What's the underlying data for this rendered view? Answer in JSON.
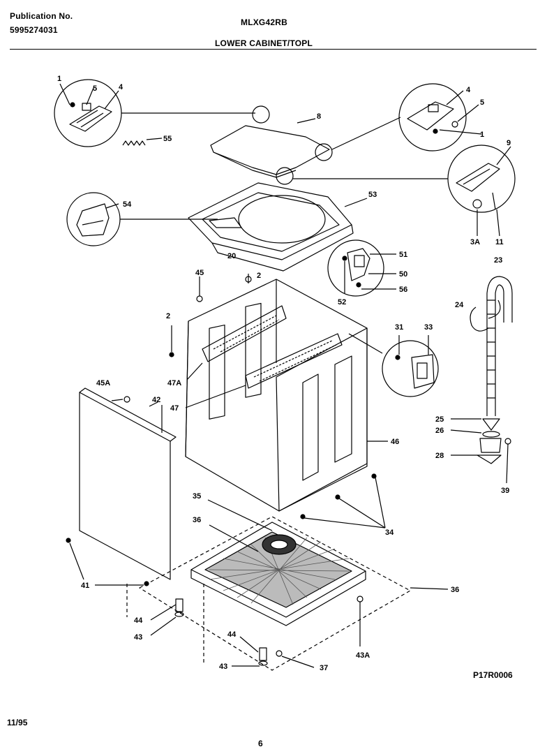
{
  "header": {
    "publication_label": "Publication No.",
    "publication_number": "5995274031",
    "model": "MLXG42RB",
    "section_title": "LOWER CABINET/TOPL"
  },
  "footer": {
    "date": "11/95",
    "page_number": "6",
    "figure_code": "P17R0006"
  },
  "callouts": [
    "1",
    "5",
    "4",
    "8",
    "55",
    "4",
    "5",
    "1",
    "9",
    "3A",
    "11",
    "54",
    "53",
    "20",
    "45",
    "2",
    "51",
    "50",
    "56",
    "52",
    "23",
    "24",
    "2",
    "31",
    "33",
    "47A",
    "45A",
    "42",
    "47",
    "46",
    "25",
    "26",
    "28",
    "39",
    "35",
    "36",
    "34",
    "41",
    "36",
    "44",
    "43",
    "44",
    "43",
    "37",
    "43A"
  ]
}
